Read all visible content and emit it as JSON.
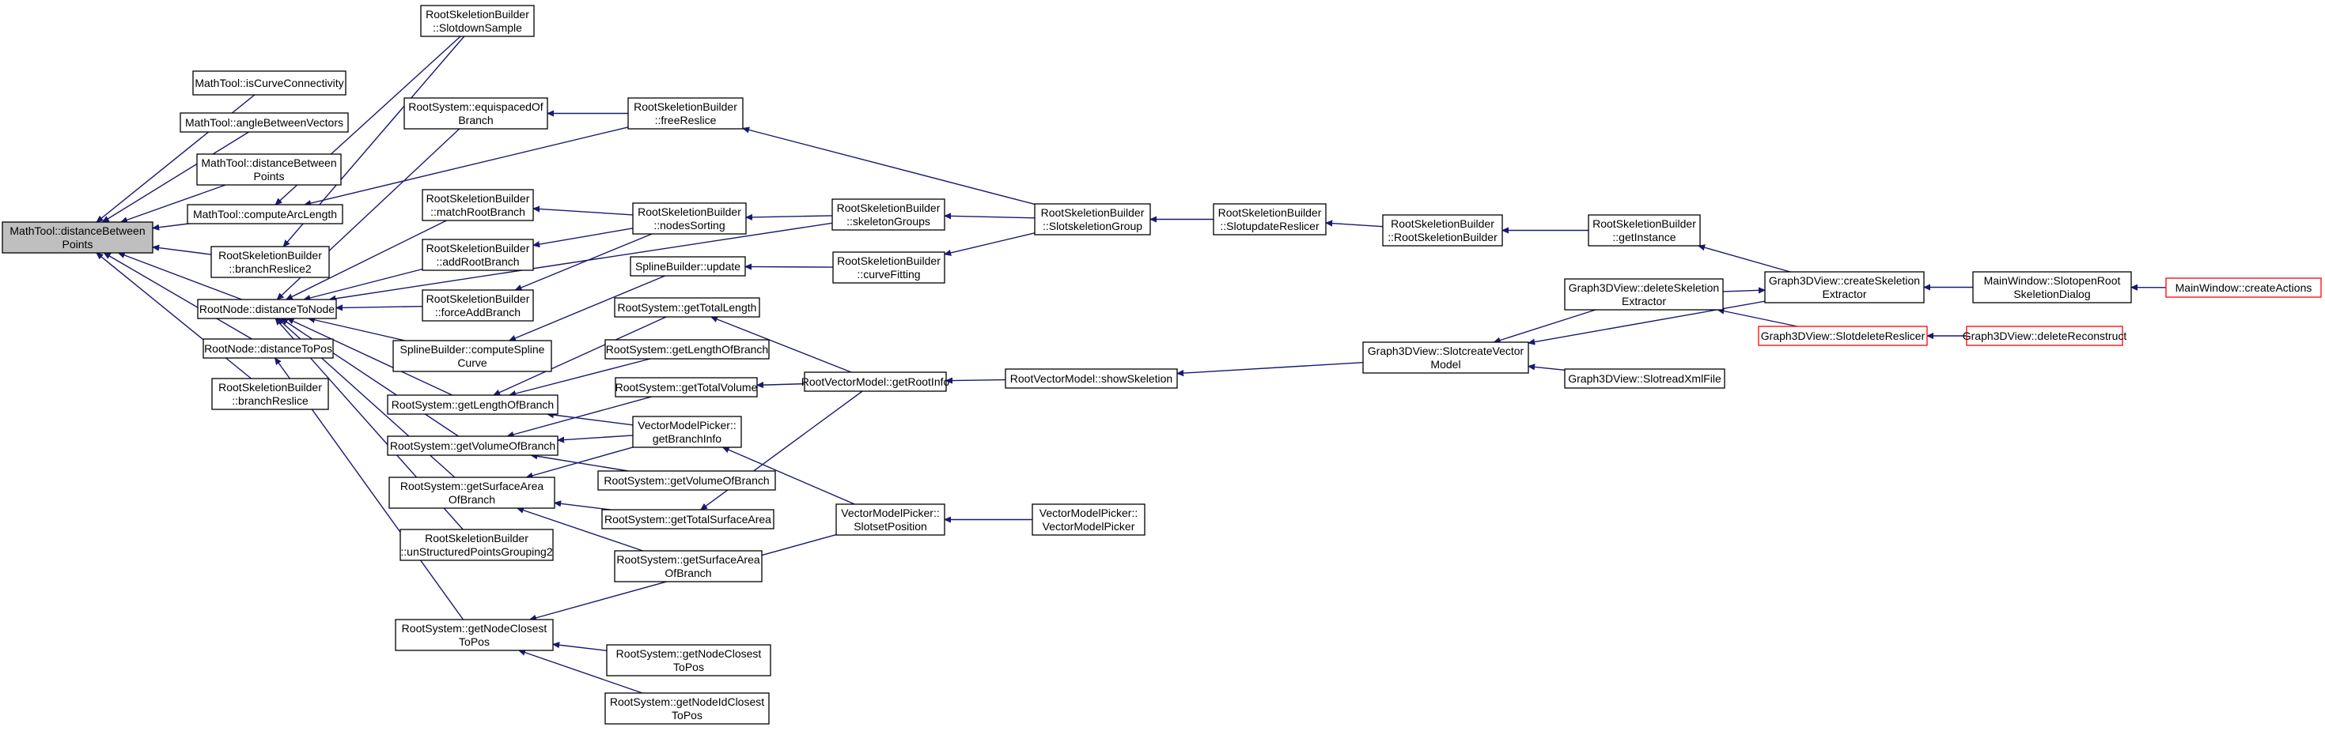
{
  "graph": {
    "title": "",
    "nodes": [
      {
        "id": "n1",
        "lines": [
          "MathTool::distanceBetween",
          "Points"
        ],
        "style": "root"
      },
      {
        "id": "n2",
        "lines": [
          "MathTool::isCurveConnectivity"
        ]
      },
      {
        "id": "n3",
        "lines": [
          "MathTool::angleBetweenVectors"
        ]
      },
      {
        "id": "n4",
        "lines": [
          "MathTool::distanceBetween",
          "Points"
        ]
      },
      {
        "id": "n5",
        "lines": [
          "MathTool::computeArcLength"
        ]
      },
      {
        "id": "n6",
        "lines": [
          "RootSkeletionBuilder",
          "::branchReslice2"
        ]
      },
      {
        "id": "n7",
        "lines": [
          "RootNode::distanceToNode"
        ]
      },
      {
        "id": "n8",
        "lines": [
          "RootNode::distanceToPos"
        ]
      },
      {
        "id": "n9",
        "lines": [
          "RootSkeletionBuilder",
          "::branchReslice"
        ]
      },
      {
        "id": "n10",
        "lines": [
          "RootSkeletionBuilder",
          "::SlotdownSample"
        ]
      },
      {
        "id": "n11",
        "lines": [
          "RootSystem::equispacedOf",
          "Branch"
        ]
      },
      {
        "id": "n12",
        "lines": [
          "RootSkeletionBuilder",
          "::matchRootBranch"
        ]
      },
      {
        "id": "n13",
        "lines": [
          "RootSkeletionBuilder",
          "::addRootBranch"
        ]
      },
      {
        "id": "n14",
        "lines": [
          "RootSkeletionBuilder",
          "::forceAddBranch"
        ]
      },
      {
        "id": "n15",
        "lines": [
          "SplineBuilder::computeSpline",
          "Curve"
        ]
      },
      {
        "id": "n16",
        "lines": [
          "RootSystem::getLengthOfBranch"
        ]
      },
      {
        "id": "n17",
        "lines": [
          "RootSystem::getVolumeOfBranch"
        ]
      },
      {
        "id": "n18",
        "lines": [
          "RootSystem::getSurfaceArea",
          "OfBranch"
        ]
      },
      {
        "id": "n19",
        "lines": [
          "RootSkeletionBuilder",
          "::unStructuredPointsGrouping2"
        ]
      },
      {
        "id": "n20",
        "lines": [
          "RootSystem::getNodeClosest",
          "ToPos"
        ]
      },
      {
        "id": "n21",
        "lines": [
          "RootSkeletionBuilder",
          "::freeReslice"
        ]
      },
      {
        "id": "n22",
        "lines": [
          "RootSkeletionBuilder",
          "::nodesSorting"
        ]
      },
      {
        "id": "n23",
        "lines": [
          "SplineBuilder::update"
        ]
      },
      {
        "id": "n24",
        "lines": [
          "RootSystem::getTotalLength"
        ]
      },
      {
        "id": "n25",
        "lines": [
          "RootSystem::getLengthOfBranch"
        ]
      },
      {
        "id": "n26",
        "lines": [
          "RootSystem::getTotalVolume"
        ]
      },
      {
        "id": "n27",
        "lines": [
          "VectorModelPicker::",
          "getBranchInfo"
        ]
      },
      {
        "id": "n28",
        "lines": [
          "RootSystem::getVolumeOfBranch"
        ]
      },
      {
        "id": "n29",
        "lines": [
          "RootSystem::getTotalSurfaceArea"
        ]
      },
      {
        "id": "n30",
        "lines": [
          "RootSystem::getSurfaceArea",
          "OfBranch"
        ]
      },
      {
        "id": "n31",
        "lines": [
          "RootSystem::getNodeClosest",
          "ToPos"
        ]
      },
      {
        "id": "n32",
        "lines": [
          "RootSystem::getNodeIdClosest",
          "ToPos"
        ]
      },
      {
        "id": "n33",
        "lines": [
          "RootSkeletionBuilder",
          "::skeletonGroups"
        ]
      },
      {
        "id": "n34",
        "lines": [
          "RootSkeletionBuilder",
          "::curveFitting"
        ]
      },
      {
        "id": "n35",
        "lines": [
          "RootVectorModel::getRootInfo"
        ]
      },
      {
        "id": "n36",
        "lines": [
          "VectorModelPicker::",
          "SlotsetPosition"
        ]
      },
      {
        "id": "n37",
        "lines": [
          "RootSkeletionBuilder",
          "::SlotskeletionGroup"
        ]
      },
      {
        "id": "n38",
        "lines": [
          "RootVectorModel::showSkeletion"
        ]
      },
      {
        "id": "n39",
        "lines": [
          "VectorModelPicker::",
          "VectorModelPicker"
        ]
      },
      {
        "id": "n40",
        "lines": [
          "RootSkeletionBuilder",
          "::SlotupdateReslicer"
        ]
      },
      {
        "id": "n41",
        "lines": [
          "RootSkeletionBuilder",
          "::RootSkeletionBuilder"
        ]
      },
      {
        "id": "n42",
        "lines": [
          "RootSkeletionBuilder",
          "::getInstance"
        ]
      },
      {
        "id": "n43",
        "lines": [
          "Graph3DView::SlotcreateVector",
          "Model"
        ]
      },
      {
        "id": "n44",
        "lines": [
          "Graph3DView::deleteSkeletion",
          "Extractor"
        ]
      },
      {
        "id": "n45",
        "lines": [
          "Graph3DView::SlotreadXmlFile"
        ]
      },
      {
        "id": "n46",
        "lines": [
          "Graph3DView::createSkeletion",
          "Extractor"
        ]
      },
      {
        "id": "n47",
        "lines": [
          "Graph3DView::SlotdeleteReslicer"
        ],
        "style": "red"
      },
      {
        "id": "n48",
        "lines": [
          "Graph3DView::deleteReconstruct"
        ],
        "style": "red"
      },
      {
        "id": "n49",
        "lines": [
          "MainWindow::SlotopenRoot",
          "SkeletionDialog"
        ]
      },
      {
        "id": "n50",
        "lines": [
          "MainWindow::createActions"
        ],
        "style": "red"
      }
    ],
    "edges": [
      [
        "n2",
        "n1"
      ],
      [
        "n3",
        "n1"
      ],
      [
        "n4",
        "n1"
      ],
      [
        "n5",
        "n1"
      ],
      [
        "n6",
        "n1"
      ],
      [
        "n7",
        "n1"
      ],
      [
        "n8",
        "n1"
      ],
      [
        "n9",
        "n1"
      ],
      [
        "n10",
        "n5"
      ],
      [
        "n21",
        "n5"
      ],
      [
        "n10",
        "n6"
      ],
      [
        "n11",
        "n7"
      ],
      [
        "n12",
        "n7"
      ],
      [
        "n13",
        "n7"
      ],
      [
        "n14",
        "n7"
      ],
      [
        "n15",
        "n7"
      ],
      [
        "n16",
        "n7"
      ],
      [
        "n17",
        "n7"
      ],
      [
        "n18",
        "n7"
      ],
      [
        "n19",
        "n7"
      ],
      [
        "n33",
        "n7"
      ],
      [
        "n20",
        "n8"
      ],
      [
        "n21",
        "n11"
      ],
      [
        "n22",
        "n12"
      ],
      [
        "n22",
        "n13"
      ],
      [
        "n22",
        "n14"
      ],
      [
        "n23",
        "n15"
      ],
      [
        "n24",
        "n16"
      ],
      [
        "n25",
        "n16"
      ],
      [
        "n27",
        "n16"
      ],
      [
        "n26",
        "n17"
      ],
      [
        "n27",
        "n17"
      ],
      [
        "n28",
        "n17"
      ],
      [
        "n27",
        "n18"
      ],
      [
        "n29",
        "n18"
      ],
      [
        "n30",
        "n18"
      ],
      [
        "n31",
        "n20"
      ],
      [
        "n32",
        "n20"
      ],
      [
        "n36",
        "n20"
      ],
      [
        "n37",
        "n21"
      ],
      [
        "n33",
        "n22"
      ],
      [
        "n34",
        "n23"
      ],
      [
        "n35",
        "n24"
      ],
      [
        "n35",
        "n26"
      ],
      [
        "n35",
        "n29"
      ],
      [
        "n36",
        "n27"
      ],
      [
        "n37",
        "n33"
      ],
      [
        "n37",
        "n34"
      ],
      [
        "n38",
        "n35"
      ],
      [
        "n39",
        "n36"
      ],
      [
        "n40",
        "n37"
      ],
      [
        "n41",
        "n40"
      ],
      [
        "n42",
        "n41"
      ],
      [
        "n46",
        "n42"
      ],
      [
        "n43",
        "n38"
      ],
      [
        "n46",
        "n43"
      ],
      [
        "n44",
        "n43"
      ],
      [
        "n45",
        "n43"
      ],
      [
        "n49",
        "n46"
      ],
      [
        "n44",
        "n46"
      ],
      [
        "n47",
        "n44"
      ],
      [
        "n48",
        "n47"
      ],
      [
        "n50",
        "n49"
      ]
    ]
  }
}
